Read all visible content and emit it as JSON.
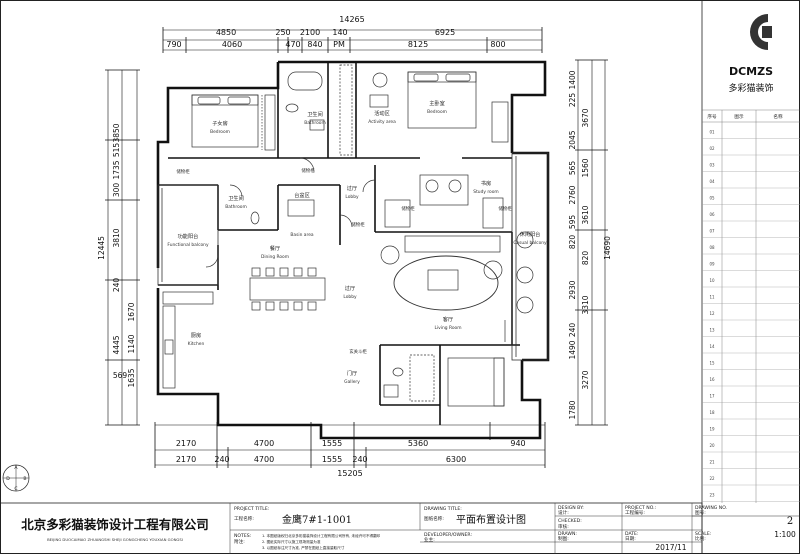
{
  "dimensions": {
    "top_total": "14265",
    "top_row1": [
      "4850",
      "250",
      "2100",
      "140",
      "6925"
    ],
    "top_row2": [
      "790",
      "4060",
      "470",
      "840",
      "PM",
      "8125",
      "800"
    ],
    "bottom_row1": [
      "2170",
      "4700",
      "1555",
      "5360",
      "940"
    ],
    "bottom_row2": [
      "2170",
      "240",
      "4700",
      "1555",
      "240",
      "6300"
    ],
    "bottom_total": "15205",
    "left_total": "12445",
    "left_col1": [
      "3850",
      "515",
      "1735",
      "300",
      "3810",
      "240",
      "4445",
      "569"
    ],
    "left_col2": [
      "1670",
      "1140",
      "1635"
    ],
    "right_total": "14690",
    "right_col1": [
      "1400",
      "225",
      "3670",
      "2045",
      "565",
      "2760",
      "595",
      "820",
      "2930",
      "240",
      "1490",
      "3270",
      "1780"
    ],
    "right_col2": [
      "1560",
      "3610",
      "820",
      "3310"
    ]
  },
  "rooms": [
    {
      "cn": "子女房",
      "en": "Bedroom"
    },
    {
      "cn": "卫生间",
      "en": "Bathroom"
    },
    {
      "cn": "活动区",
      "en": "Activity area"
    },
    {
      "cn": "主卧室",
      "en": "Bedroom"
    },
    {
      "cn": "卫生间",
      "en": "Bathroom"
    },
    {
      "cn": "过厅",
      "en": "Lobby"
    },
    {
      "cn": "书房",
      "en": "Study room"
    },
    {
      "cn": "功能阳台",
      "en": "Functional balcony"
    },
    {
      "cn": "台盆区",
      "en": "Basin area"
    },
    {
      "cn": "餐厅",
      "en": "Dining Room"
    },
    {
      "cn": "休闲阳台",
      "en": "Casual balcony"
    },
    {
      "cn": "过厅",
      "en": "Lobby"
    },
    {
      "cn": "厨房",
      "en": "Kitchen"
    },
    {
      "cn": "客厅",
      "en": "Living Room"
    },
    {
      "cn": "门厅",
      "en": "Gallery"
    }
  ],
  "notes_small": [
    "储物柜",
    "储物柜",
    "储物柜",
    "储物柜",
    "储物柜",
    "玄关斗柜"
  ],
  "logo": {
    "letters": "DCMZS",
    "name": "多彩猫装饰"
  },
  "drawing_list": {
    "headers": [
      "序号",
      "图示",
      "名称"
    ],
    "rows": [
      "01",
      "02",
      "03",
      "04",
      "05",
      "06",
      "07",
      "08",
      "09",
      "10",
      "11",
      "12",
      "13",
      "14",
      "15",
      "16",
      "17",
      "18",
      "19",
      "20",
      "21",
      "22",
      "23"
    ]
  },
  "title_block": {
    "company": "北京多彩猫装饰设计工程有限公司",
    "company_pinyin": "BEIJING DUOCAIMAO ZHUANGSHI SHEJI GONGCHENG YOUXIAN GONGSI",
    "project_title_label": "PROJECT TITLE:",
    "project_name_label": "工程名称:",
    "project_name": "金鹰7#1-1001",
    "drawing_title_label": "DRAWING TITLE:",
    "drawing_name_label": "图纸名称:",
    "drawing_name": "平面布置设计图",
    "design_by_label": "DESIGN BY:",
    "design_label": "设计:",
    "project_no_label": "PROJECT NO.:",
    "project_no_cn": "工程编号:",
    "drawing_no_label": "DRAWING NO.",
    "drawing_no_cn": "图号:",
    "drawing_no": "2",
    "notes_label": "NOTES:",
    "notes_cn": "附注:",
    "note_lines": [
      "1. 本图纸版权归北京多彩猫装饰设计工程有限公司所有, 未经许可不得翻印",
      "2. 图纸实际尺寸以施工现场测量为准",
      "3. 以图纸标注尺寸为准, 严禁在图纸上直接量取尺寸"
    ],
    "developer_label": "DEVELOPER/OWNER:",
    "developer_cn": "业主:",
    "checked_label": "CHECKED:",
    "checked_cn": "审核:",
    "drawn_label": "DRAWN:",
    "drawn_cn": "制图:",
    "date_label": "DATE:",
    "date_cn": "日期:",
    "date": "2017/11",
    "scale_label": "SCALE:",
    "scale_cn": "比例:",
    "scale": "1:100"
  },
  "compass": [
    "A",
    "B",
    "C",
    "D"
  ]
}
